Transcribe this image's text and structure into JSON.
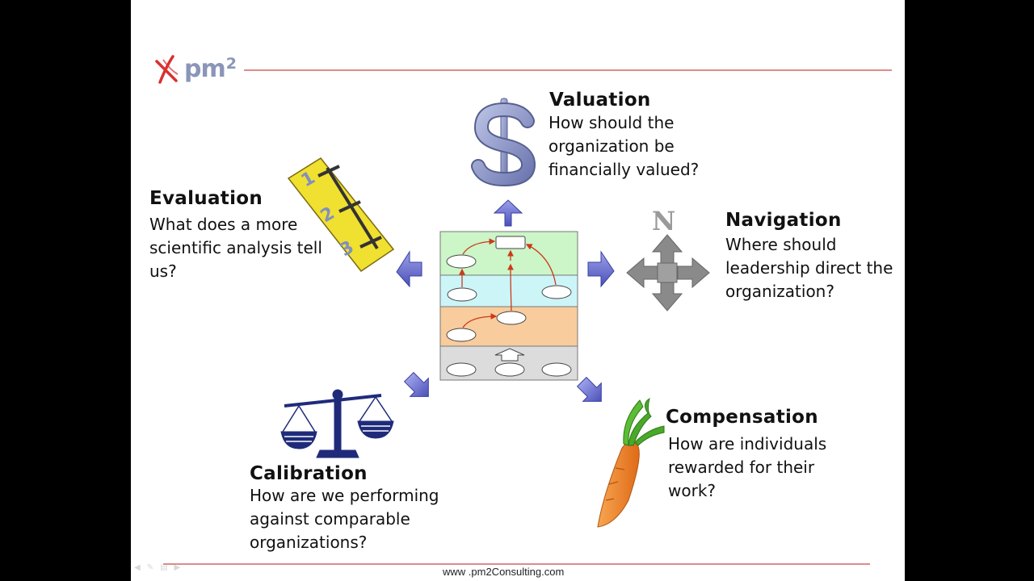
{
  "logo": {
    "text": "pm",
    "superscript": "2"
  },
  "valuation": {
    "title": "Valuation",
    "body": "How should the\norganization be\nfinancially valued?"
  },
  "evaluation": {
    "title": "Evaluation",
    "body": "What does a more\nscientific analysis tell\nus?"
  },
  "navigation": {
    "title": "Navigation",
    "body": "Where should\nleadership direct the\norganization?",
    "compass_letter": "N"
  },
  "compensation": {
    "title": "Compensation",
    "body": "How are individuals\nrewarded for their\nwork?"
  },
  "calibration": {
    "title": "Calibration",
    "body": "How are we performing\nagainst comparable\norganizations?"
  },
  "ruler_numbers": [
    "1",
    "2",
    "3"
  ],
  "footer": {
    "url": "www .pm2Consulting.com"
  },
  "colors": {
    "accent_line": "#cc4444",
    "arrow_fill": "#6a6fd0",
    "layer_green": "#ccf5c8",
    "layer_cyan": "#ccf5f8",
    "layer_orange": "#f8cc9c",
    "layer_gray": "#dcdcdc",
    "dollar": "#8d96c4",
    "scale": "#1f2b7a",
    "carrot": "#f08a2a",
    "carrot_leaf": "#4aa82a",
    "ruler": "#f0e030"
  }
}
